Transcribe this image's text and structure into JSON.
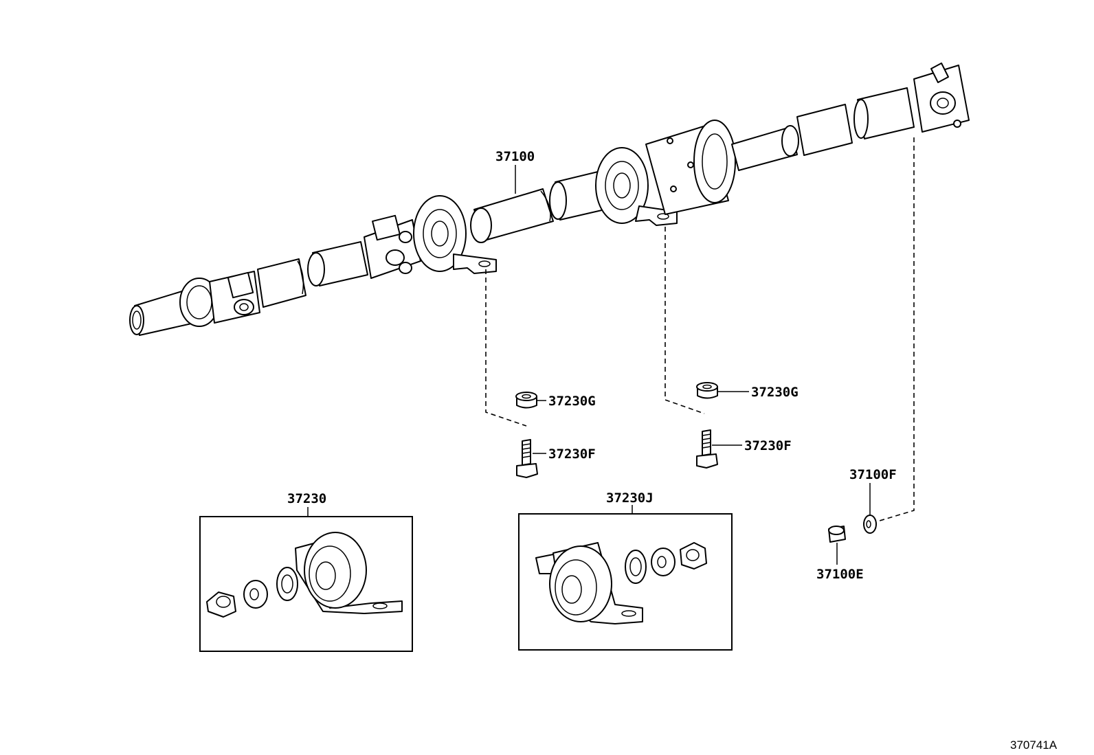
{
  "diagram": {
    "reference_code": "370741A",
    "labels": {
      "propeller_shaft": "37100",
      "center_support_bearing_a": "37230",
      "center_support_bearing_b": "37230J",
      "spacer_left": "37230G",
      "spacer_right": "37230G",
      "bolt_left": "37230F",
      "bolt_right": "37230F",
      "washer": "37100F",
      "nut": "37100E"
    }
  }
}
